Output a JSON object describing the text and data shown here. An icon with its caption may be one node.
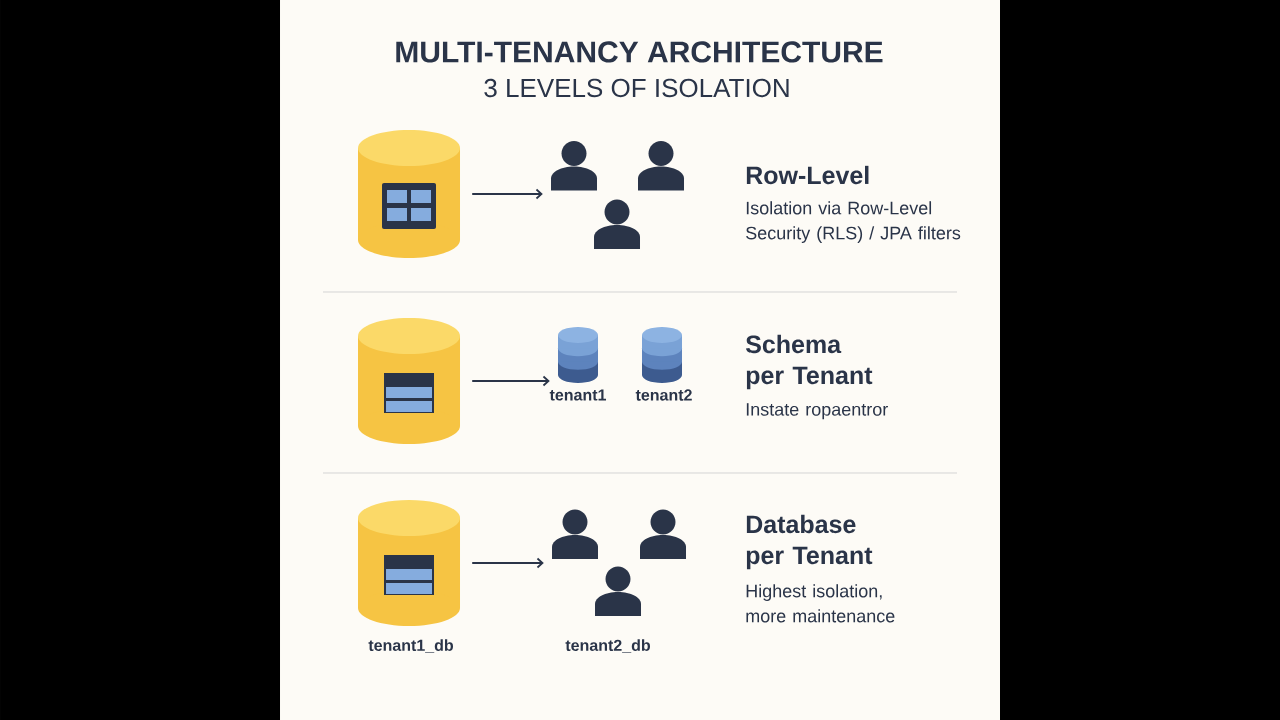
{
  "diagram": {
    "title": "MULTI-TENANCY ARCHITECTURE",
    "nodes": [
      {
        "text": [],
        "shape": "cylinder"
      },
      {
        "text": [],
        "shape": "person"
      },
      {
        "text": [],
        "shape": "person"
      },
      {
        "text": [],
        "shape": "person"
      },
      {
        "text": [],
        "shape": "cylinder"
      },
      {
        "text": [],
        "shape": "cylinder",
        "beside": [
          "tenant1"
        ]
      },
      {
        "text": [],
        "shape": "cylinder",
        "beside": [
          "tenant2"
        ]
      },
      {
        "text": [],
        "shape": "cylinder",
        "beside": [
          "tenant1_db"
        ]
      },
      {
        "text": [],
        "shape": "person"
      },
      {
        "text": [],
        "shape": "person"
      },
      {
        "text": [],
        "shape": "person",
        "beside": [
          "tenant2_db"
        ]
      }
    ],
    "edges": [
      {
        "from": 0,
        "to": 1,
        "arrow": "to"
      },
      {
        "from": 4,
        "to": 5,
        "arrow": "to"
      },
      {
        "from": 7,
        "to": 8,
        "arrow": "to"
      }
    ],
    "labels": [
      "3 LEVELS OF ISOLATION",
      "Row-Level",
      "Isolation via Row-Level Security (RLS) / JPA filters",
      "Schema per Tenant",
      "Instate ropaentror",
      "Database per Tenant",
      "Highest isolation, more maintenance"
    ]
  }
}
